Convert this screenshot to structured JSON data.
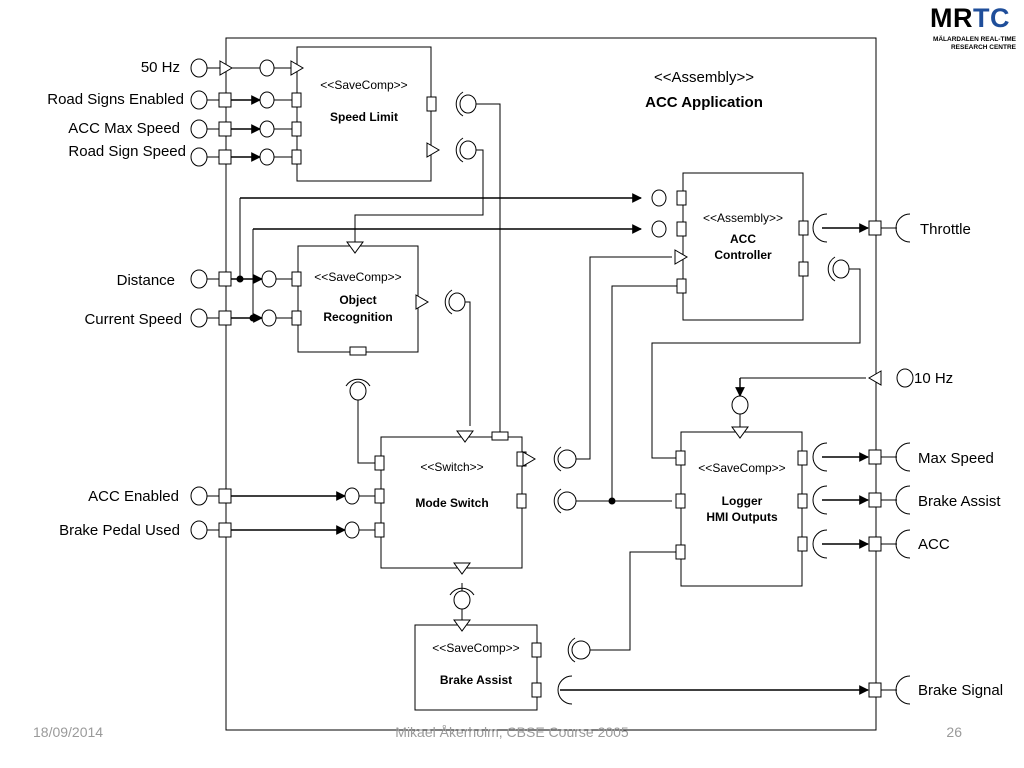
{
  "logo": {
    "main_prefix": "MR",
    "main_suffix": "TC",
    "line1": "MÄLARDALEN REAL-TIME",
    "line2": "RESEARCH CENTRE",
    "accent_color": "#1f4e9a"
  },
  "assembly": {
    "stereotype": "<<Assembly>>",
    "title": "ACC Application"
  },
  "components": {
    "speed_limit": {
      "stereotype": "<<SaveComp>>",
      "name_lines": [
        "Speed Limit"
      ]
    },
    "object_recognition": {
      "stereotype": "<<SaveComp>>",
      "name_lines": [
        "Object",
        "Recognition"
      ]
    },
    "acc_controller": {
      "stereotype": "<<Assembly>>",
      "name_lines": [
        "ACC",
        "Controller"
      ]
    },
    "mode_switch": {
      "stereotype": "<<Switch>>",
      "name_lines": [
        "Mode Switch"
      ]
    },
    "logger": {
      "stereotype": "<<SaveComp>>",
      "name_lines": [
        "Logger",
        "HMI Outputs"
      ]
    },
    "brake_assist": {
      "stereotype": "<<SaveComp>>",
      "name_lines": [
        "Brake Assist"
      ]
    }
  },
  "inputs": {
    "hz50": "50 Hz",
    "road_signs_enabled": "Road Signs Enabled",
    "acc_max_speed": "ACC Max Speed",
    "road_sign_speed": "Road Sign Speed",
    "distance": "Distance",
    "current_speed": "Current Speed",
    "acc_enabled": "ACC Enabled",
    "brake_pedal_used": "Brake Pedal Used",
    "hz10": "10 Hz"
  },
  "outputs": {
    "throttle": "Throttle",
    "max_speed": "Max Speed",
    "brake_assist": "Brake Assist",
    "acc": "ACC",
    "brake_signal": "Brake Signal"
  },
  "footer": {
    "date": "18/09/2014",
    "author": "Mikael Åkerholm, CBSE Course 2005",
    "page": "26"
  }
}
